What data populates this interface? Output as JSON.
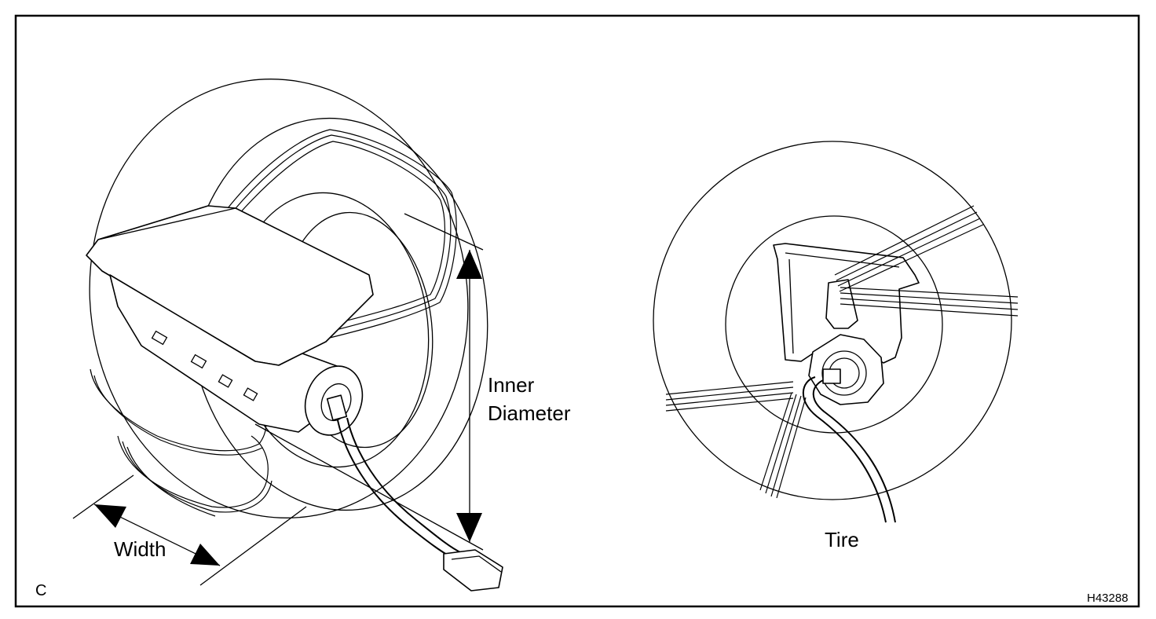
{
  "labels": {
    "inner_diameter_line1": "Inner",
    "inner_diameter_line2": "Diameter",
    "width": "Width",
    "tire": "Tire",
    "view_code": "C",
    "figure_id": "H43288"
  },
  "colors": {
    "line": "#000000",
    "background": "#ffffff"
  }
}
